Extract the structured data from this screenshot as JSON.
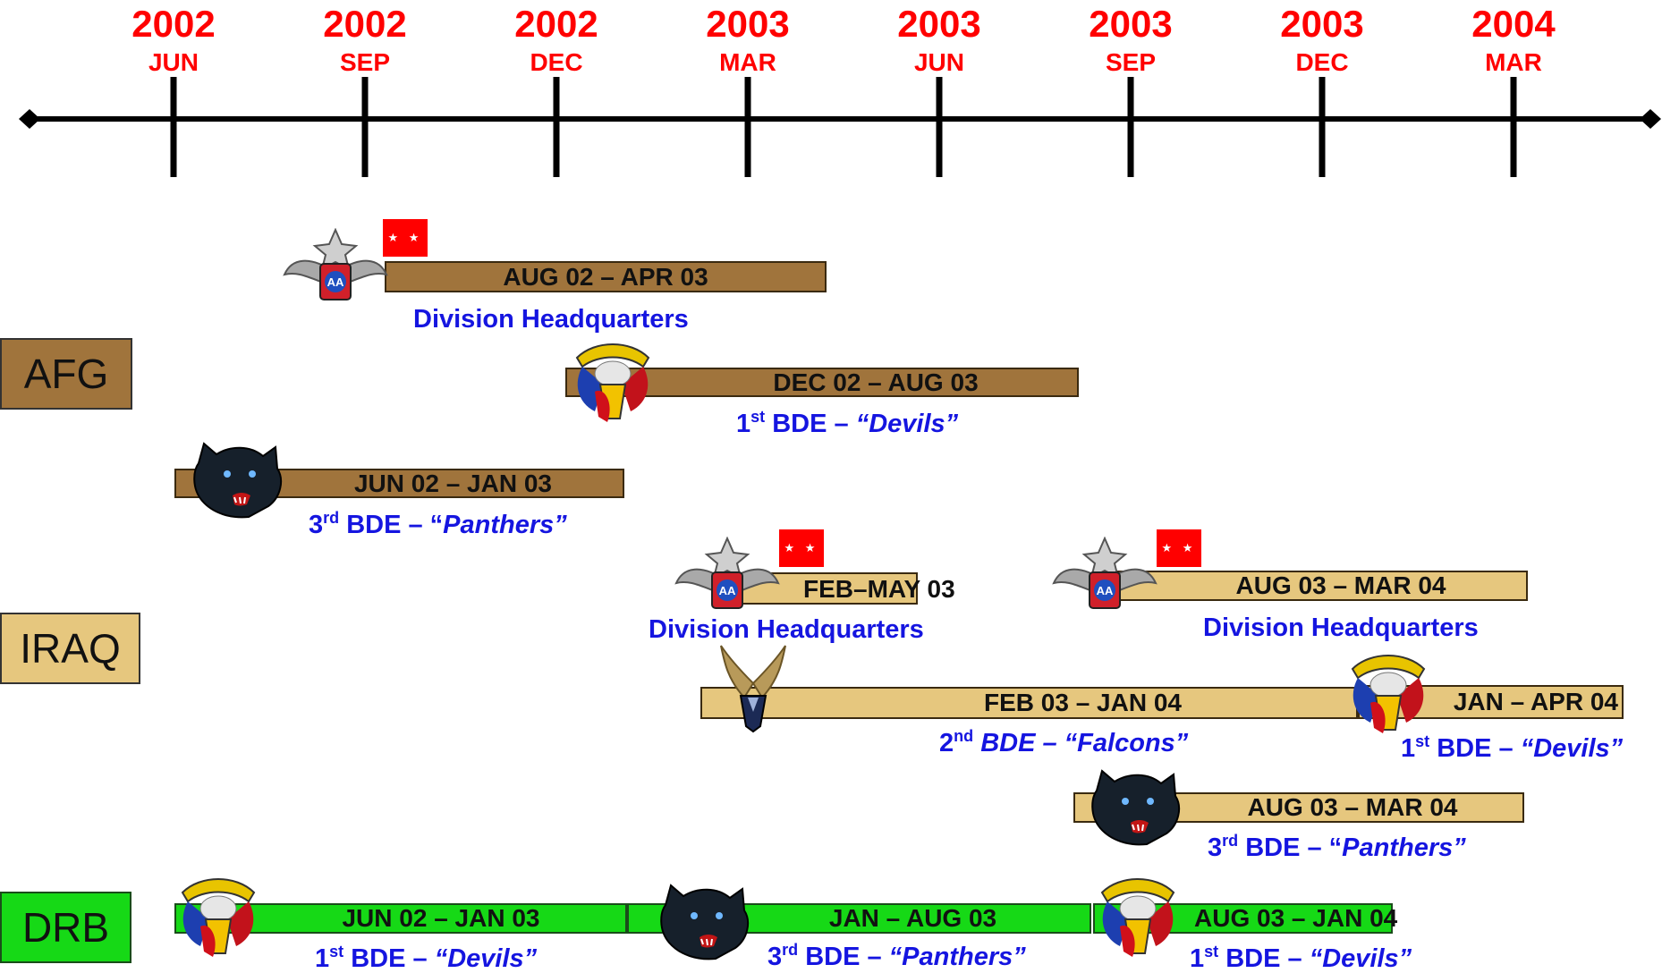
{
  "colors": {
    "tick_text": "#ff0000",
    "afg_bar": "#a0743c",
    "iraq_bar": "#e6c77e",
    "drb_bar": "#16d916",
    "unit_text": "#1515e0",
    "flag": "#ff0000"
  },
  "timeline": {
    "ticks": [
      {
        "year": "2002",
        "month": "JUN"
      },
      {
        "year": "2002",
        "month": "SEP"
      },
      {
        "year": "2002",
        "month": "DEC"
      },
      {
        "year": "2003",
        "month": "MAR"
      },
      {
        "year": "2003",
        "month": "JUN"
      },
      {
        "year": "2003",
        "month": "SEP"
      },
      {
        "year": "2003",
        "month": "DEC"
      },
      {
        "year": "2004",
        "month": "MAR"
      }
    ]
  },
  "theaters": {
    "afg": "AFG",
    "iraq": "IRAQ",
    "drb": "DRB"
  },
  "deployments": {
    "afg_div_hq": {
      "period": "AUG 02 – APR 03",
      "unit": "Division Headquarters"
    },
    "afg_1bde": {
      "period": "DEC 02 – AUG 03",
      "unit_num": "1",
      "unit_sup": "st",
      "unit_mid": " BDE – ",
      "unit_nick": "“Devils”"
    },
    "afg_3bde": {
      "period": "JUN 02 – JAN 03",
      "unit_num": "3",
      "unit_sup": "rd",
      "unit_mid": " BDE – “",
      "unit_nick": "Panthers”"
    },
    "iraq_div_hq_1": {
      "period_a": "FEB–MA",
      "period_b": "Y 03",
      "unit": "Division Headquarters"
    },
    "iraq_div_hq_2": {
      "period": "AUG 03 – MAR 04",
      "unit": "Division Headquarters"
    },
    "iraq_2bde": {
      "period": "FEB 03 – JAN 04",
      "unit_num": "2",
      "unit_sup": "nd",
      "unit_nick": " BDE – “Falcons”"
    },
    "iraq_1bde": {
      "period": "JAN – APR 04",
      "unit_num": "1",
      "unit_sup": "st",
      "unit_mid": " BDE – ",
      "unit_nick": "“Devils”"
    },
    "iraq_3bde": {
      "period": "AUG 03 – MAR 04",
      "unit_num": "3",
      "unit_sup": "rd",
      "unit_mid": " BDE – “",
      "unit_nick": "Panthers”"
    },
    "drb_1bde_a": {
      "period": "JUN 02 – JAN 03",
      "unit_num": "1",
      "unit_sup": "st",
      "unit_mid": " BDE – ",
      "unit_nick": "“Devils”"
    },
    "drb_3bde": {
      "period": "JAN – AUG 03",
      "unit_num": "3",
      "unit_sup": "rd",
      "unit_mid": " BDE – ",
      "unit_nick": "“Panthers”"
    },
    "drb_1bde_b": {
      "period_a": "AUG 03 – JAN",
      "period_b": " 04",
      "unit_num": "1",
      "unit_sup": "st",
      "unit_mid": " BDE – ",
      "unit_nick": "“Devils”"
    }
  },
  "flags": {
    "stars": "★ ★"
  }
}
